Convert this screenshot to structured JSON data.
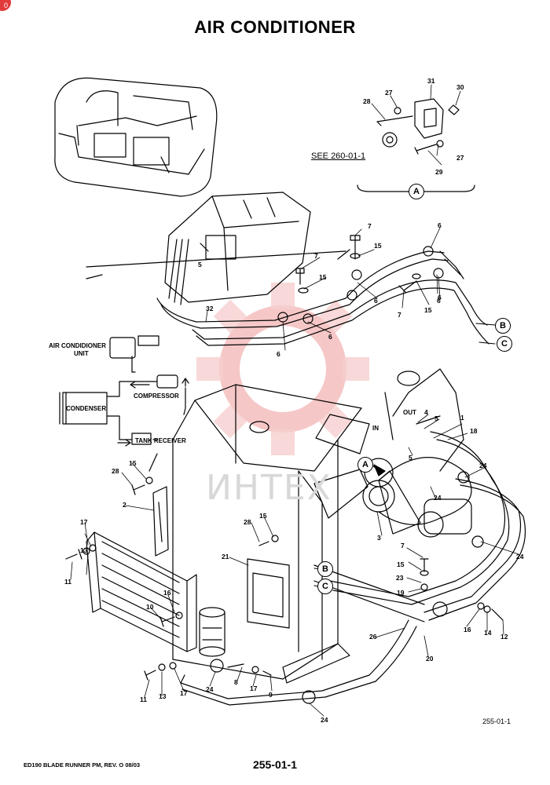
{
  "title": "AIR CONDITIONER",
  "corner_badge": "0",
  "see_reference": "SEE 260-01-1",
  "labels": {
    "ac_unit_line1": "AIR CONDIDIONER",
    "ac_unit_line2": "UNIT",
    "compressor": "COMPRESSOR",
    "condenser": "CONDENSER",
    "tank_receiver": "TANK RECEIVER",
    "out": "OUT",
    "in": "IN"
  },
  "view_callouts": [
    "A",
    "B",
    "C"
  ],
  "watermark": "ИНТЕХ",
  "figure_number": "255-01-1",
  "footer_left": "ED190 BLADE RUNNER PM, REV. O 08/03",
  "footer_page": "255-01-1",
  "part_numbers": [
    {
      "id": "p31",
      "text": "31"
    },
    {
      "id": "p30",
      "text": "30"
    },
    {
      "id": "p27a",
      "text": "27"
    },
    {
      "id": "p28a",
      "text": "28"
    },
    {
      "id": "p27b",
      "text": "27"
    },
    {
      "id": "p29",
      "text": "29"
    },
    {
      "id": "p5a",
      "text": "5"
    },
    {
      "id": "p7a",
      "text": "7"
    },
    {
      "id": "p15a",
      "text": "15"
    },
    {
      "id": "p6a",
      "text": "6"
    },
    {
      "id": "p7b",
      "text": "7"
    },
    {
      "id": "p15b",
      "text": "15"
    },
    {
      "id": "p6b",
      "text": "6"
    },
    {
      "id": "p6c",
      "text": "6"
    },
    {
      "id": "p7c",
      "text": "7"
    },
    {
      "id": "p15c",
      "text": "15"
    },
    {
      "id": "p6d",
      "text": "6"
    },
    {
      "id": "p6e",
      "text": "6"
    },
    {
      "id": "p6f",
      "text": "6"
    },
    {
      "id": "p32",
      "text": "32"
    },
    {
      "id": "p4",
      "text": "4"
    },
    {
      "id": "p5b",
      "text": "5"
    },
    {
      "id": "p1",
      "text": "1"
    },
    {
      "id": "p18",
      "text": "18"
    },
    {
      "id": "p5c",
      "text": "5"
    },
    {
      "id": "p24a",
      "text": "24"
    },
    {
      "id": "p24b",
      "text": "24"
    },
    {
      "id": "p3",
      "text": "3"
    },
    {
      "id": "p24c",
      "text": "24"
    },
    {
      "id": "p7d",
      "text": "7"
    },
    {
      "id": "p15d",
      "text": "15"
    },
    {
      "id": "p23",
      "text": "23"
    },
    {
      "id": "p19",
      "text": "19"
    },
    {
      "id": "p16a",
      "text": "16"
    },
    {
      "id": "p14",
      "text": "14"
    },
    {
      "id": "p12",
      "text": "12"
    },
    {
      "id": "p26",
      "text": "26"
    },
    {
      "id": "p20",
      "text": "20"
    },
    {
      "id": "p24d",
      "text": "24"
    },
    {
      "id": "p28b",
      "text": "28"
    },
    {
      "id": "p15e",
      "text": "15"
    },
    {
      "id": "p2",
      "text": "2"
    },
    {
      "id": "p28c",
      "text": "28"
    },
    {
      "id": "p15f",
      "text": "15"
    },
    {
      "id": "p21",
      "text": "21"
    },
    {
      "id": "p17a",
      "text": "17"
    },
    {
      "id": "p13a",
      "text": "13"
    },
    {
      "id": "p11a",
      "text": "11"
    },
    {
      "id": "p16b",
      "text": "16"
    },
    {
      "id": "p10",
      "text": "10"
    },
    {
      "id": "p11b",
      "text": "11"
    },
    {
      "id": "p13b",
      "text": "13"
    },
    {
      "id": "p17b",
      "text": "17"
    },
    {
      "id": "p24e",
      "text": "24"
    },
    {
      "id": "p8",
      "text": "8"
    },
    {
      "id": "p17c",
      "text": "17"
    },
    {
      "id": "p9",
      "text": "9"
    }
  ]
}
